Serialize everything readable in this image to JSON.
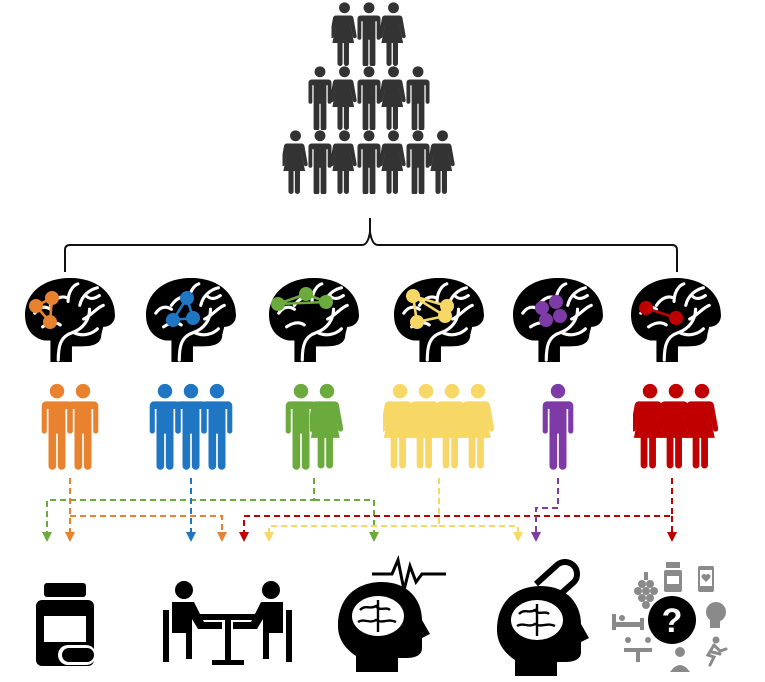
{
  "population": {
    "rows": [
      [
        "woman",
        "man",
        "woman"
      ],
      [
        "man",
        "woman",
        "man",
        "woman",
        "man"
      ],
      [
        "woman",
        "man",
        "woman",
        "man",
        "woman",
        "man",
        "woman"
      ]
    ],
    "color": "#333333"
  },
  "subgroups": [
    {
      "id": "orange",
      "color": "#E8822E",
      "network": "triangle-nodes-left",
      "people": [
        "man",
        "man"
      ]
    },
    {
      "id": "blue",
      "color": "#1F77C4",
      "network": "triangle-nodes-right",
      "people": [
        "man",
        "man",
        "man"
      ]
    },
    {
      "id": "green",
      "color": "#6BAA3C",
      "network": "line-nodes-top",
      "people": [
        "man",
        "woman"
      ]
    },
    {
      "id": "yellow",
      "color": "#F7D766",
      "network": "quad-nodes",
      "people": [
        "woman",
        "woman",
        "woman",
        "woman"
      ]
    },
    {
      "id": "purple",
      "color": "#7E3AA6",
      "network": "cluster-nodes",
      "people": [
        "man"
      ]
    },
    {
      "id": "red",
      "color": "#C00000",
      "network": "pair-nodes",
      "people": [
        "woman",
        "woman",
        "woman"
      ]
    }
  ],
  "treatments": [
    {
      "id": "medication",
      "icon": "pill-bottle-icon"
    },
    {
      "id": "psychotherapy",
      "icon": "therapy-session-icon"
    },
    {
      "id": "neurostimulation",
      "icon": "brain-signal-icon"
    },
    {
      "id": "magnetic-stimulation",
      "icon": "brain-magnet-icon"
    },
    {
      "id": "other-interventions",
      "icon": "question-cluster-icon",
      "label": "?"
    }
  ],
  "connections": [
    {
      "from": "orange",
      "to": "medication"
    },
    {
      "from": "orange",
      "to": "psychotherapy"
    },
    {
      "from": "blue",
      "to": "psychotherapy"
    },
    {
      "from": "green",
      "to": "medication"
    },
    {
      "from": "green",
      "to": "neurostimulation"
    },
    {
      "from": "yellow",
      "to": "psychotherapy"
    },
    {
      "from": "yellow",
      "to": "magnetic-stimulation"
    },
    {
      "from": "purple",
      "to": "magnetic-stimulation"
    },
    {
      "from": "red",
      "to": "psychotherapy"
    },
    {
      "from": "red",
      "to": "other-interventions"
    }
  ]
}
